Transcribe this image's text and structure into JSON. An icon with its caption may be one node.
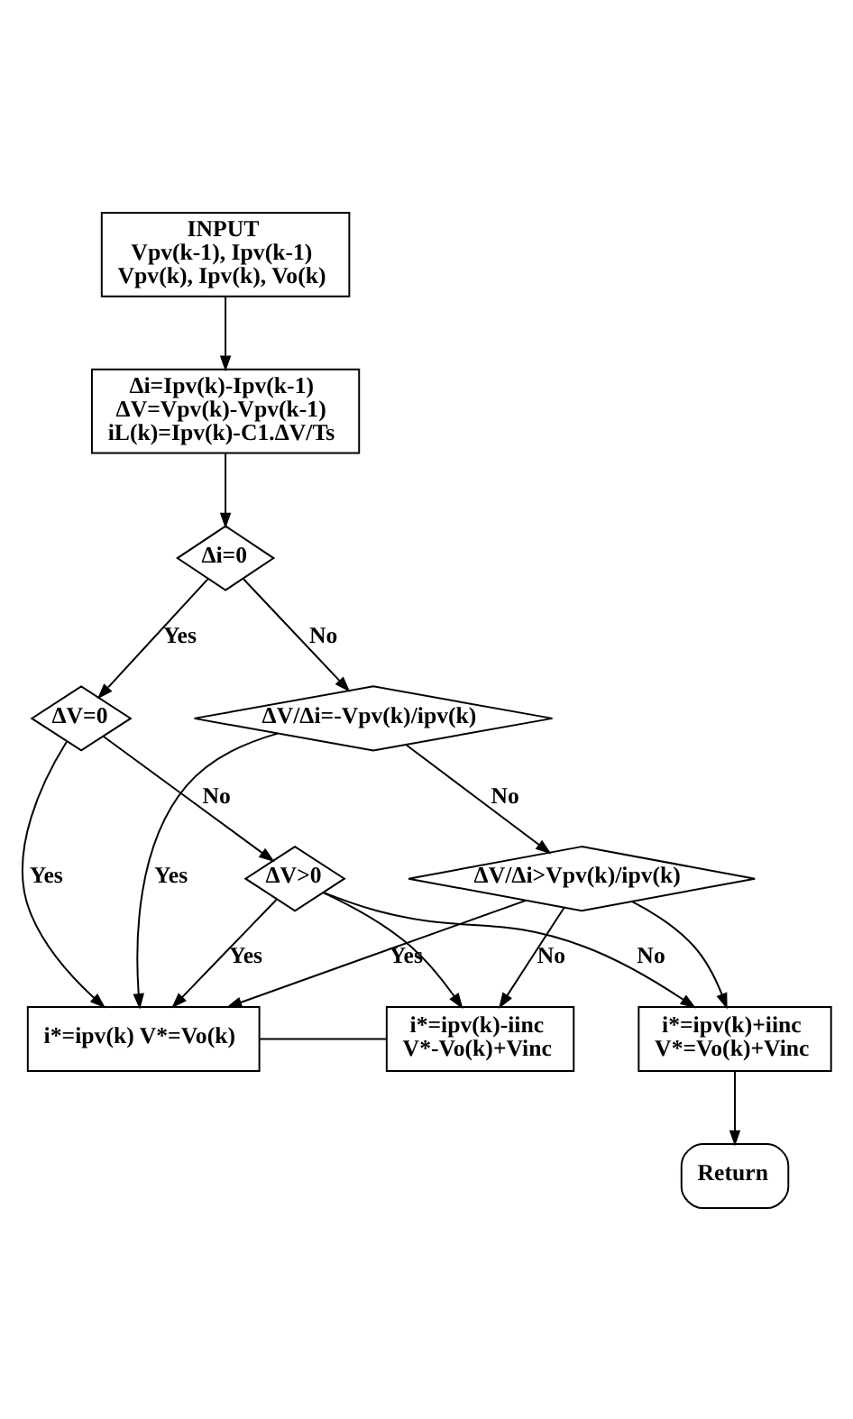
{
  "diagram": {
    "nodes": [
      {
        "text": [
          "INPUT",
          "Vpv(k-1), Ipv(k-1) Vpv(k), Ipv(k), Vo(k)"
        ]
      },
      {
        "text": [
          "Δi=Ipv(k)-Ipv(k-1) ΔV=Vpv(k)-Vpv(k-1) iL(k)=Ipv(k)-C1.ΔV/Ts"
        ]
      },
      {
        "text": [
          "Δi=0"
        ]
      },
      {
        "text": [
          "ΔV=0"
        ]
      },
      {
        "text": [
          "ΔV/Δi=-Vpv(k)/ipv(k)"
        ]
      },
      {
        "text": [
          "ΔV>0"
        ]
      },
      {
        "text": [
          "ΔV/Δi>Vpv(k)/ipv(k)"
        ]
      },
      {
        "text": [
          "i*=ipv(k) V*=Vo(k)"
        ]
      },
      {
        "text": [
          "i*=ipv(k)-iinc V*-Vo(k)+Vinc"
        ]
      },
      {
        "text": [
          "i*=ipv(k)+iinc V*=Vo(k)+Vinc"
        ]
      },
      {
        "text": [
          "Return"
        ]
      }
    ],
    "edges": [
      {
        "from": 0,
        "to": 1,
        "arrow": "to"
      },
      {
        "from": 1,
        "to": 2,
        "arrow": "to"
      },
      {
        "from": 2,
        "to": 3,
        "arrow": "to",
        "label": "Yes"
      },
      {
        "from": 2,
        "to": 4,
        "arrow": "to",
        "label": "No"
      },
      {
        "from": 3,
        "to": 7,
        "arrow": "to",
        "label": "Yes"
      },
      {
        "from": 4,
        "to": 7,
        "arrow": "to",
        "label": "Yes"
      },
      {
        "from": 3,
        "to": 5,
        "arrow": "to",
        "label": "No"
      },
      {
        "from": 4,
        "to": 6,
        "arrow": "to",
        "label": "No"
      },
      {
        "from": 5,
        "to": 7,
        "arrow": "to",
        "label": "Yes"
      },
      {
        "from": 6,
        "to": 7,
        "arrow": "to",
        "label": "Yes"
      },
      {
        "from": 5,
        "to": 9,
        "arrow": "to",
        "label": "No"
      },
      {
        "from": 5,
        "to": 8,
        "arrow": "to"
      },
      {
        "from": 6,
        "to": 8,
        "arrow": "to",
        "label": "No"
      },
      {
        "from": 6,
        "to": 9,
        "arrow": "to"
      },
      {
        "from": 7,
        "to": 8,
        "arrow": "none"
      },
      {
        "from": 9,
        "to": 10,
        "arrow": "to"
      }
    ]
  }
}
